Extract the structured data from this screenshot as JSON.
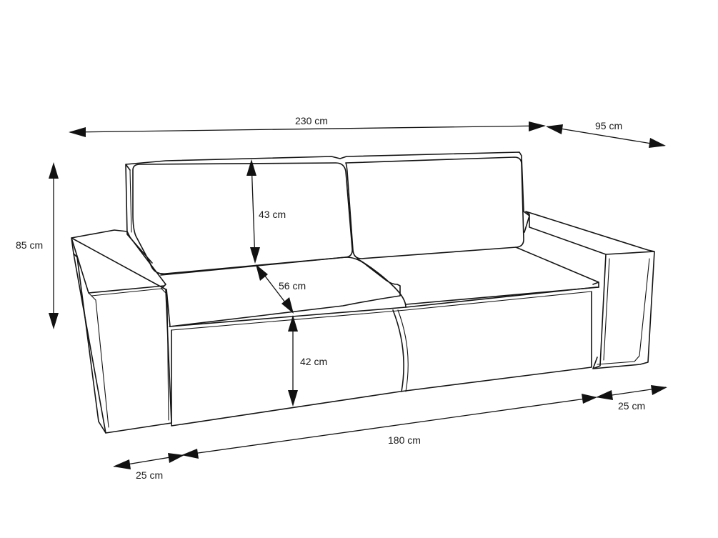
{
  "diagram": {
    "subject": "sofa",
    "stroke_color": "#141414",
    "background": "#ffffff",
    "dimensions": {
      "total_width": "230 cm",
      "depth": "95 cm",
      "total_height": "85 cm",
      "backrest_height": "43 cm",
      "seat_depth": "56 cm",
      "seat_height": "42 cm",
      "seat_width": "180 cm",
      "armrest_width_left": "25 cm",
      "armrest_width_right": "25 cm"
    }
  }
}
